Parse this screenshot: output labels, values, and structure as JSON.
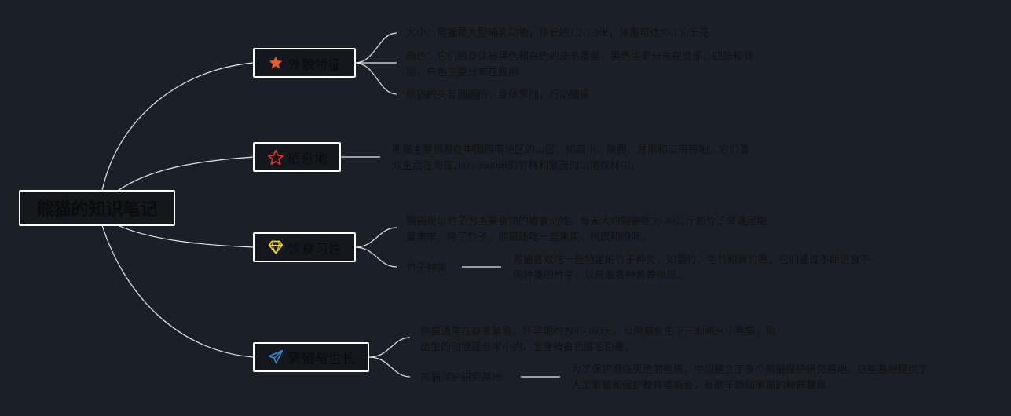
{
  "root": {
    "title": "熊猫的知识笔记"
  },
  "branches": [
    {
      "label": "外貌特征",
      "icon": "star-filled-icon",
      "icon_color": "#e8592b",
      "leaves": [
        "大小：熊猫是大型哺乳动物，体长约1.2-1.9米，体重可达70-150千克",
        "颜色：它们的身体被黑色和白色的皮毛覆盖，黑色主要分布在脸部、四肢和背",
        "部，白色主要分布在腹部",
        "熊猫的头部圆圆的，身体笨拙，行动缓慢"
      ]
    },
    {
      "label": "栖息地",
      "icon": "star-outline-icon",
      "icon_color": "#e0362a",
      "leaves": [
        "熊猫主要栖息在中国西南地区的山区，如四川、陕西、甘肃和云南等地。它们喜",
        "欢生活在海拔2000-3500米的竹林和繁茂的山地森林中。"
      ]
    },
    {
      "label": "饮食习性",
      "icon": "diamond-icon",
      "icon_color": "#f2d21b",
      "leaves": [
        "熊猫是以竹子为主要食物的植食动物。每天大约需要吃30-40公斤的竹子来满足能",
        "量需求。除了竹子，熊猫还吃一些果实、树皮和嫩叶。"
      ],
      "sub": {
        "label": "竹子种类",
        "leaves": [
          "熊猫喜欢吃一些特定的竹子种类，如箭竹、毛竹和青竹等。它们通过不断进食不",
          "同种类的竹子，以获取各种营养物质。"
        ]
      }
    },
    {
      "label": "繁殖与生长",
      "icon": "paper-plane-icon",
      "icon_color": "#2f8fd8",
      "leaves": [
        "熊猫通常在春季繁殖，怀孕期约为95-160天。母熊猫会生下一到两只小熊猫，刚",
        "出生的时候是非常小的，全身被白色绒毛包裹。"
      ],
      "sub": {
        "label": "熊猫保护研究基地",
        "leaves": [
          "为了保护濒临灭绝的熊猫，中国建立了多个熊猫保护研究基地。这些基地提供了",
          "人工繁殖和保护教育等机会，有助于增加熊猫的种群数量。"
        ]
      }
    }
  ]
}
